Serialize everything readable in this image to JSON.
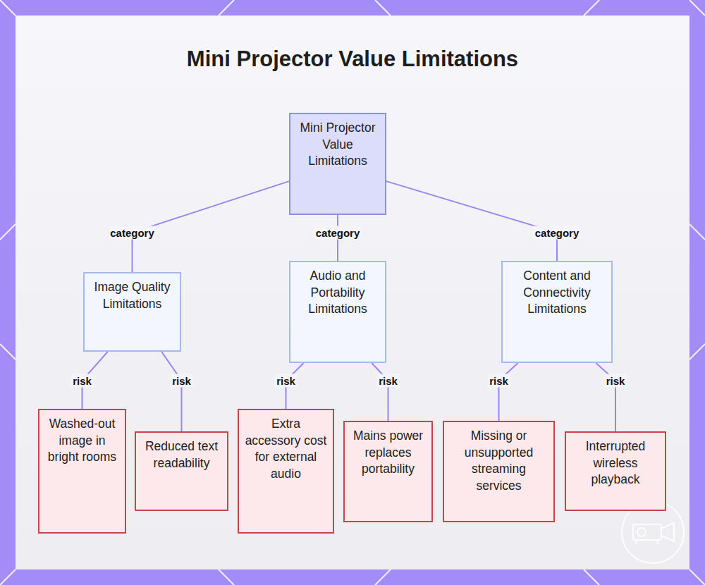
{
  "diagram": {
    "title": "Mini Projector Value Limitations",
    "nodes": [
      {
        "text": [
          "Mini Projector Value Limitations"
        ]
      },
      {
        "text": [
          "Image Quality Limitations"
        ]
      },
      {
        "text": [
          "Audio and Portability Limitations"
        ]
      },
      {
        "text": [
          "Content and Connectivity Limitations"
        ]
      },
      {
        "text": [
          "Washed-out image in bright rooms"
        ]
      },
      {
        "text": [
          "Reduced text readability"
        ]
      },
      {
        "text": [
          "Extra accessory cost for external audio"
        ]
      },
      {
        "text": [
          "Mains power replaces portability"
        ]
      },
      {
        "text": [
          "Missing or unsupported streaming services"
        ]
      },
      {
        "text": [
          "Interrupted wireless playback"
        ]
      }
    ],
    "edges": [
      {
        "from": 0,
        "to": 1,
        "label": "category",
        "arrow": "none"
      },
      {
        "from": 0,
        "to": 2,
        "label": "category",
        "arrow": "none"
      },
      {
        "from": 0,
        "to": 3,
        "label": "category",
        "arrow": "none"
      },
      {
        "from": 1,
        "to": 4,
        "label": "risk",
        "arrow": "none"
      },
      {
        "from": 1,
        "to": 5,
        "label": "risk",
        "arrow": "none"
      },
      {
        "from": 2,
        "to": 6,
        "label": "risk",
        "arrow": "none"
      },
      {
        "from": 2,
        "to": 7,
        "label": "risk",
        "arrow": "none"
      },
      {
        "from": 3,
        "to": 8,
        "label": "risk",
        "arrow": "none"
      },
      {
        "from": 3,
        "to": 9,
        "label": "risk",
        "arrow": "none"
      }
    ]
  }
}
